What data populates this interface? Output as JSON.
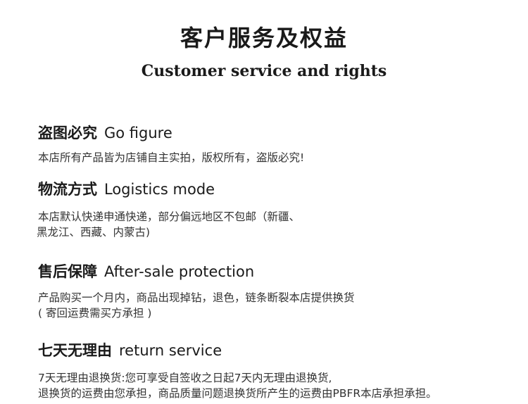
{
  "header": {
    "title": "客户服务及权益",
    "subtitle": "Customer service and rights"
  },
  "sections": [
    {
      "heading_zh": "盗图必究",
      "heading_en": "Go figure",
      "lines": [
        "本店所有产品皆为店铺自主实拍，版权所有，盗版必究!"
      ]
    },
    {
      "heading_zh": "物流方式",
      "heading_en": "Logistics mode",
      "lines": [
        "本店默认快递申通快递，部分偏远地区不包邮（新疆、",
        "黑龙江、西藏、内蒙古)"
      ]
    },
    {
      "heading_zh": "售后保障",
      "heading_en": "After-sale protection",
      "lines": [
        "产品购买一个月内，商品出现掉钻，退色，链条断裂本店提供换货",
        "( 寄回运费需买方承担 )"
      ]
    },
    {
      "heading_zh": "七天无理由",
      "heading_en": "return service",
      "lines": [
        "7天无理由退换货:您可享受自签收之日起7天内无理由退换货,",
        "退换货的运费由您承担，商品质量问题退换货所产生的运费由PBFR本店承担承担。"
      ]
    }
  ]
}
